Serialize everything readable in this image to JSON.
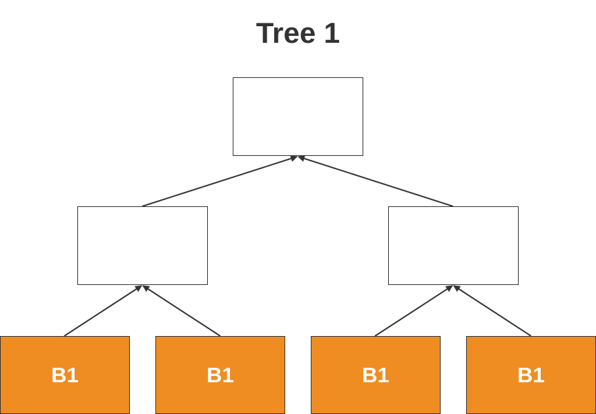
{
  "diagram": {
    "title": "Tree 1",
    "colors": {
      "leaf_fill": "#ef8d22",
      "leaf_text": "#ffffff",
      "node_fill": "#ffffff",
      "stroke": "#333333",
      "title": "#333333"
    },
    "root": {
      "label": ""
    },
    "internal_nodes": [
      {
        "label": ""
      },
      {
        "label": ""
      }
    ],
    "leaves": [
      {
        "label": "B1"
      },
      {
        "label": "B1"
      },
      {
        "label": "B1"
      },
      {
        "label": "B1"
      }
    ]
  }
}
